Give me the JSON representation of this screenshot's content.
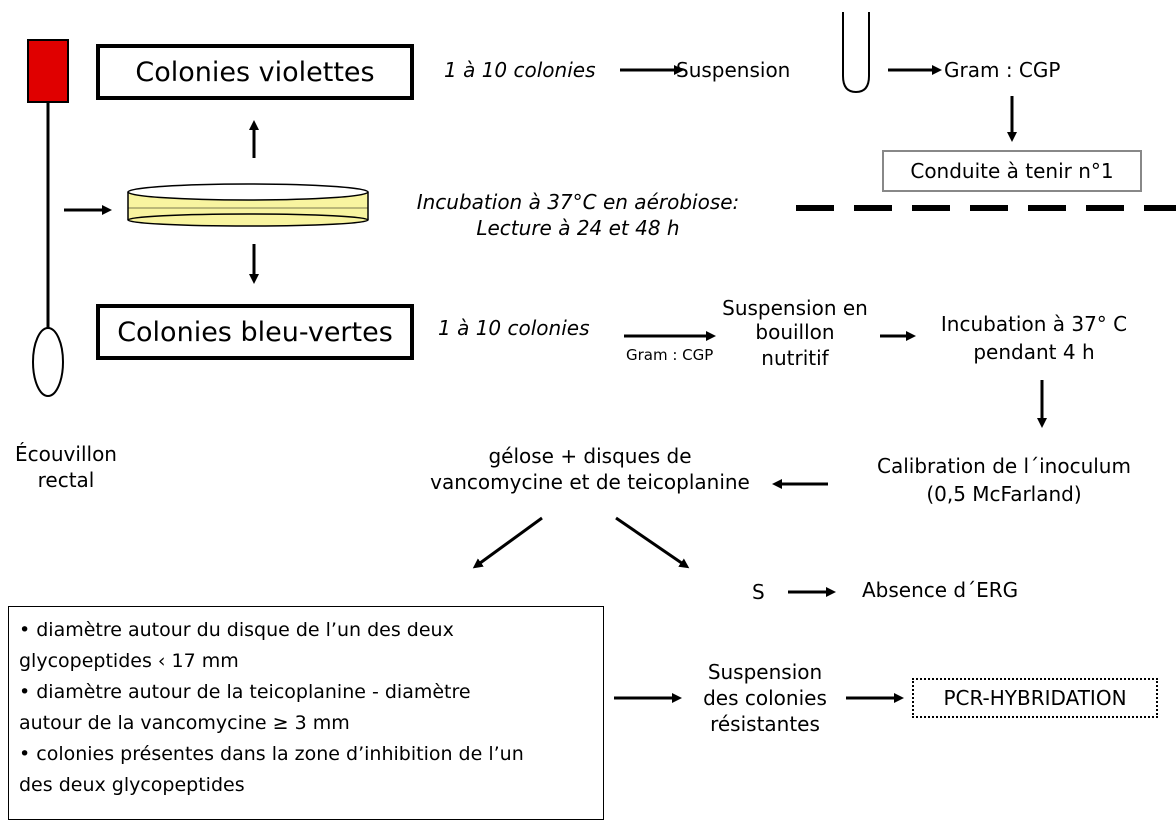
{
  "boxes": {
    "violettes": "Colonies violettes",
    "bleu_vertes": "Colonies bleu-vertes",
    "conduite": "Conduite à tenir n°1",
    "pcr": "PCR-HYBRIDATION"
  },
  "labels": {
    "colonies_top": "1 à 10 colonies",
    "suspension_top": "Suspension",
    "gram_top": "Gram : CGP",
    "incubation_line1": "Incubation à 37°C en aérobiose:",
    "incubation_line2": "Lecture à 24 et 48 h",
    "colonies_mid": "1 à 10 colonies",
    "gram_mid": "Gram : CGP",
    "suspension_bouillon": [
      "Suspension en",
      "bouillon",
      "nutritif"
    ],
    "incubation_4h": [
      "Incubation à 37° C",
      "pendant 4 h"
    ],
    "calibration": [
      "Calibration de l´inoculum",
      "(0,5 McFarland)"
    ],
    "gelose": [
      "gélose + disques de",
      "vancomycine et de teicoplanine"
    ],
    "ecouvillon": [
      "Écouvillon",
      "rectal"
    ],
    "s": "S",
    "absence": "Absence d´ERG",
    "suspension_resist": [
      "Suspension",
      "des colonies",
      "résistantes"
    ]
  },
  "criteria": [
    "• diamètre autour du disque de l’un des deux",
    "glycopeptides ‹ 17 mm",
    "• diamètre autour de la teicoplanine - diamètre",
    "autour de la vancomycine ≥ 3 mm",
    "• colonies présentes dans la zone d’inhibition de l’un",
    "des deux glycopeptides"
  ],
  "colors": {
    "swab_head": "#e00000",
    "agar": "#f8f4a0",
    "ink": "#000000"
  }
}
